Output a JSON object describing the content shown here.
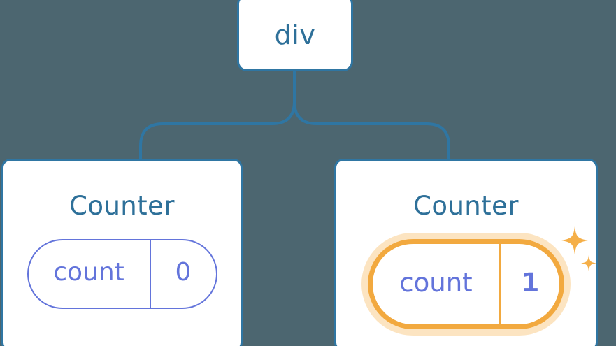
{
  "palette": {
    "background": "#4c6670",
    "card_border": "#2f76a3",
    "card_fill": "#ffffff",
    "title_text": "#2e7099",
    "state_accent": "#6374db",
    "highlight_ring": "#f2a93f",
    "highlight_glow": "#fbdcac",
    "sparkle": "#f5af48",
    "connector_line": "#2f76a3"
  },
  "tree": {
    "root": {
      "label": "div"
    },
    "children": [
      {
        "label": "Counter",
        "state": {
          "key": "count",
          "value": "0"
        },
        "highlighted": false
      },
      {
        "label": "Counter",
        "state": {
          "key": "count",
          "value": "1"
        },
        "highlighted": true,
        "sparkle_icons": [
          "sparkle-large",
          "sparkle-small"
        ]
      }
    ]
  }
}
